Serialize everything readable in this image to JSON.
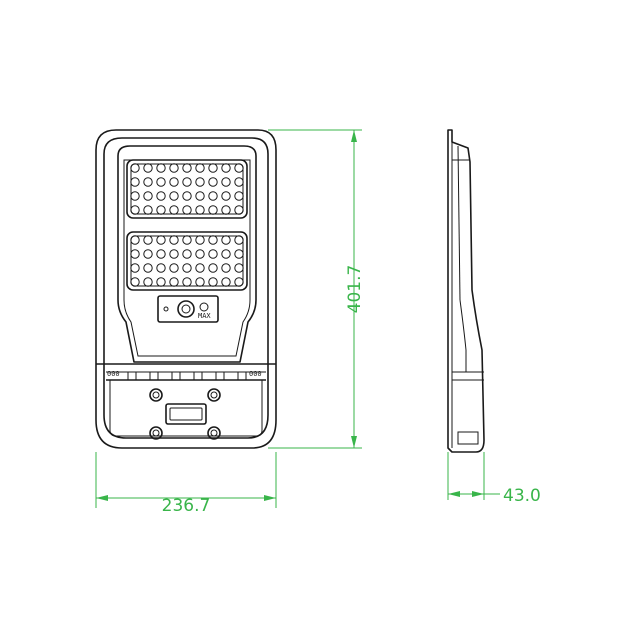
{
  "colors": {
    "outline": "#1a1a1a",
    "dimension": "#39b54a",
    "background": "#ffffff"
  },
  "views": [
    {
      "name": "front-view",
      "label": ""
    },
    {
      "name": "side-view",
      "label": ""
    }
  ],
  "dimensions": {
    "width": "236.7",
    "height": "401.7",
    "depth": "43.0"
  },
  "port_labels": {
    "left": "000",
    "right": "000"
  },
  "panels": [
    {
      "name": "upper-solar-panel",
      "rows": 4,
      "cols": 9
    },
    {
      "name": "lower-solar-panel",
      "rows": 4,
      "cols": 9
    }
  ],
  "sensor_label": "MAX",
  "icons": [
    "motion-sensor-icon",
    "screw-icon",
    "badge-plate-icon"
  ]
}
